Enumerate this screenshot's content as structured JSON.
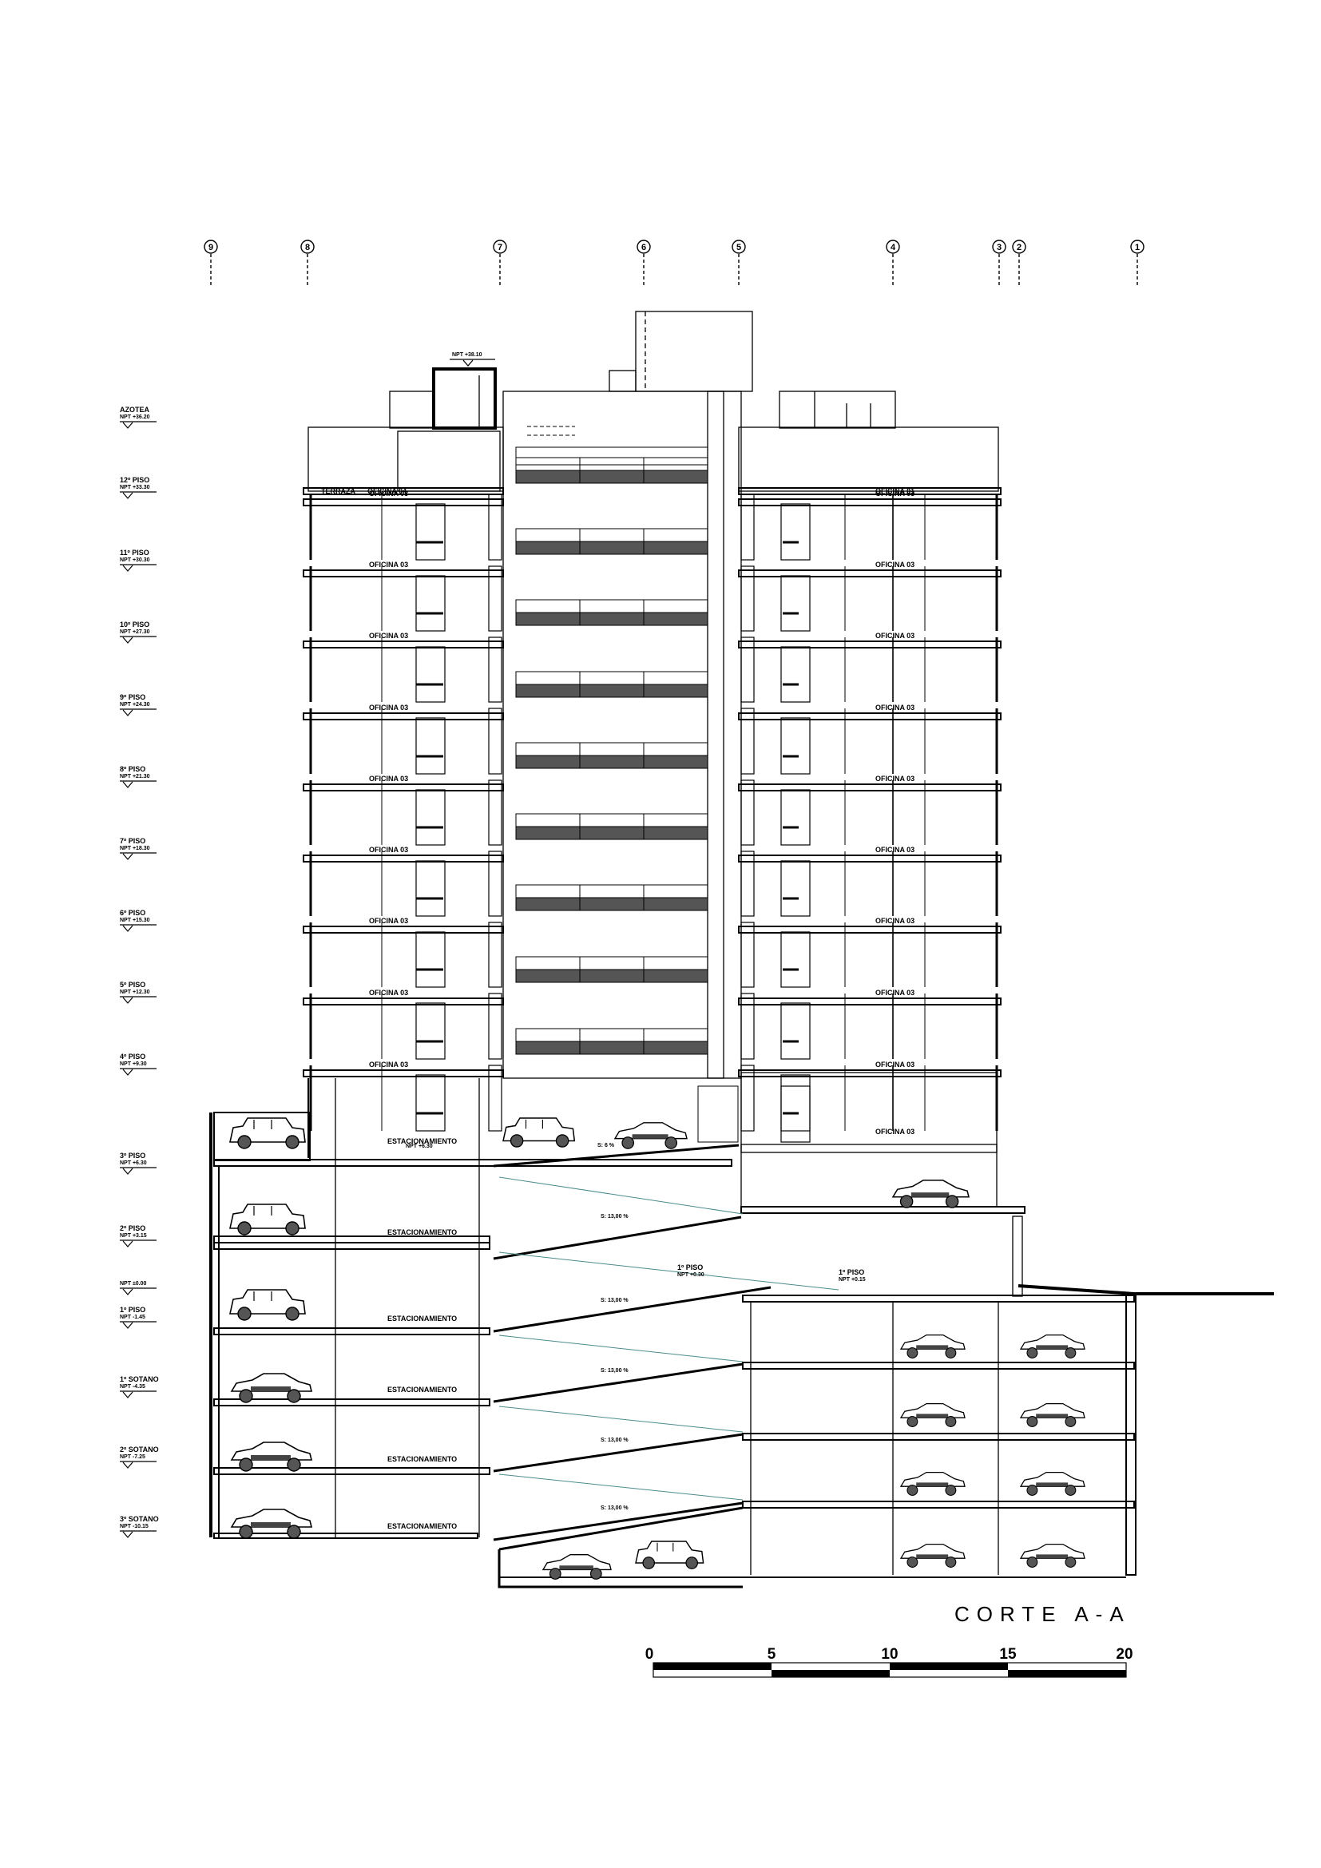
{
  "drawing": {
    "title": "CORTE A-A",
    "axes": [
      "9",
      "8",
      "7",
      "6",
      "5",
      "4",
      "3",
      "2",
      "1"
    ],
    "scale_ticks": [
      "0",
      "5",
      "10",
      "15",
      "20"
    ],
    "levels": [
      {
        "name": "AZOTEA",
        "npt": "NPT +36.20"
      },
      {
        "name": "12º PISO",
        "npt": "NPT +33.30"
      },
      {
        "name": "11º PISO",
        "npt": "NPT +30.30"
      },
      {
        "name": "10º PISO",
        "npt": "NPT +27.30"
      },
      {
        "name": "9º PISO",
        "npt": "NPT +24.30"
      },
      {
        "name": "8º PISO",
        "npt": "NPT +21.30"
      },
      {
        "name": "7º PISO",
        "npt": "NPT +18.30"
      },
      {
        "name": "6º PISO",
        "npt": "NPT +15.30"
      },
      {
        "name": "5º PISO",
        "npt": "NPT +12.30"
      },
      {
        "name": "4º PISO",
        "npt": "NPT +9.30"
      },
      {
        "name": "3º PISO",
        "npt": "NPT +6.30"
      },
      {
        "name": "2º PISO",
        "npt": "NPT +3.15"
      },
      {
        "name": "",
        "npt": "NPT ±0.00"
      },
      {
        "name": "1º PISO",
        "npt": "NPT -1.45"
      },
      {
        "name": "1º SOTANO",
        "npt": "NPT -4.35"
      },
      {
        "name": "2º SOTANO",
        "npt": "NPT -7.25"
      },
      {
        "name": "3º SOTANO",
        "npt": "NPT -10.15"
      }
    ],
    "roof_npt": "NPT +38.10",
    "rooms": {
      "terraza": "TERRAZA",
      "oficina_left_top": "OFICINA 04",
      "oficina_right_top": "OFICINA 01",
      "oficina": "OFICINA 03",
      "estacionamiento": "ESTACIONAMIENTO"
    },
    "ramp_labels": {
      "r1": "S: 6 %",
      "r2": "S: 13,00 %",
      "r3": "S: 13,00 %",
      "r4": "S: 13,00 %",
      "r5": "S: 13,00 %",
      "r6": "S: 13,00 %"
    },
    "entry_levels": {
      "estac_npt": "NPT +6.30",
      "piso1_a": "1º PISO",
      "piso1_a_npt": "NPT +0.30",
      "piso1_b": "1º PISO",
      "piso1_b_npt": "NPT +0.15"
    }
  }
}
